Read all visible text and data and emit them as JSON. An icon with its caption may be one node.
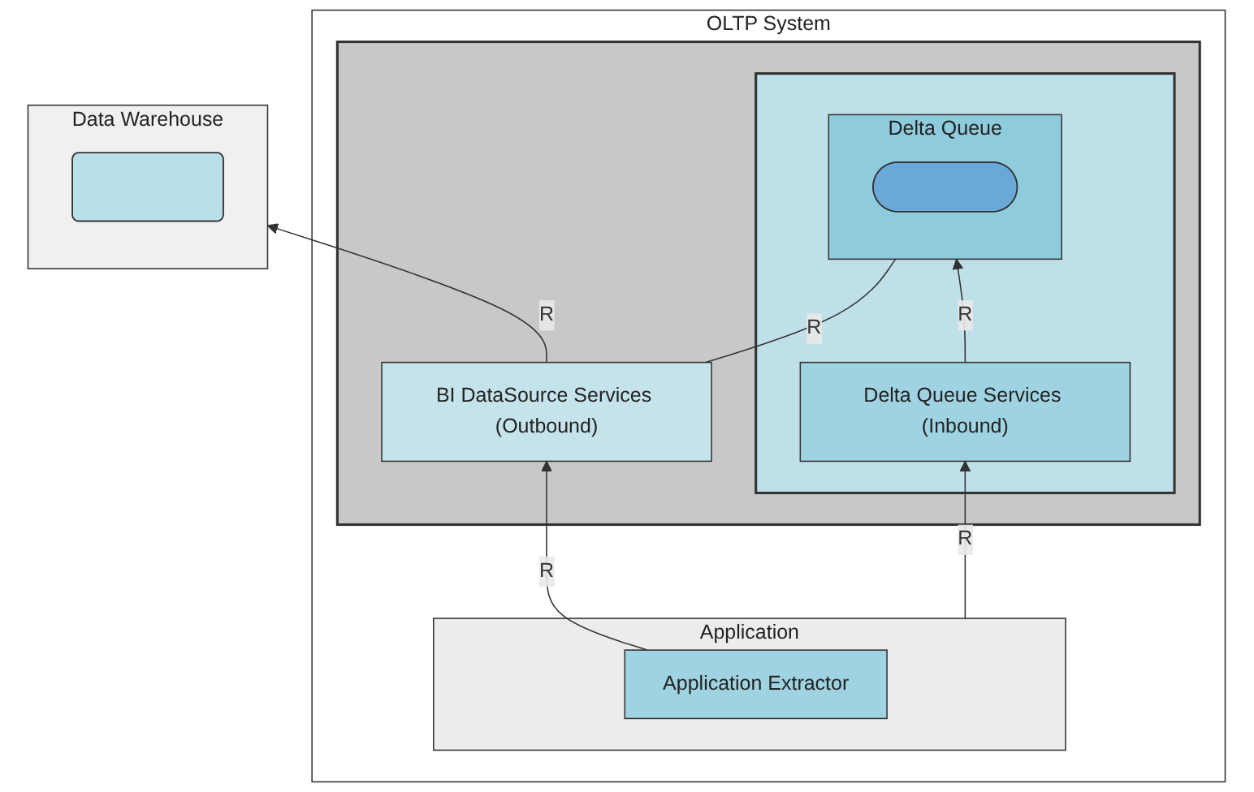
{
  "diagram": {
    "nodes": [
      {
        "text": [
          "Data Warehouse"
        ]
      },
      {
        "text": [],
        "shape": "box",
        "in": 0
      },
      {
        "text": [
          "OLTP System"
        ]
      },
      {
        "text": [],
        "shape": "box",
        "in": 2
      },
      {
        "text": [
          "BI DataSource Services (Outbound)"
        ],
        "in": 3
      },
      {
        "text": [],
        "shape": "box",
        "in": 3
      },
      {
        "text": [
          "Delta Queue"
        ],
        "in": 5
      },
      {
        "text": [],
        "shape": "capsule",
        "in": 6
      },
      {
        "text": [
          "Delta Queue Services (Inbound)"
        ],
        "in": 5
      },
      {
        "text": [
          "Application"
        ],
        "in": 2
      },
      {
        "text": [
          "Application Extractor"
        ],
        "in": 9
      }
    ],
    "edges": [
      {
        "from": 4,
        "to": 0,
        "arrow": "to",
        "label": "R"
      },
      {
        "from": 4,
        "to": 6,
        "arrow": "none",
        "label": "R"
      },
      {
        "from": 8,
        "to": 6,
        "arrow": "to",
        "label": "R"
      },
      {
        "from": 9,
        "to": 8,
        "arrow": "to",
        "label": "R"
      },
      {
        "from": 10,
        "to": 4,
        "arrow": "to",
        "label": "R"
      }
    ]
  }
}
